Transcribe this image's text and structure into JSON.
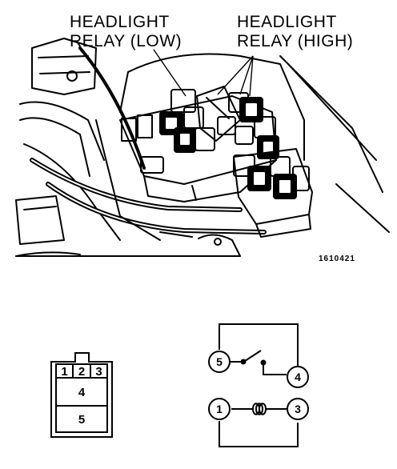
{
  "labels": {
    "relay_low_line1": "HEADLIGHT",
    "relay_low_line2": "RELAY (LOW)",
    "relay_high_line1": "HEADLIGHT",
    "relay_high_line2": "RELAY (HIGH)",
    "figure_code": "1610421"
  },
  "connector": {
    "pins": [
      "1",
      "2",
      "3",
      "4",
      "5"
    ]
  },
  "schematic": {
    "terminals": [
      "5",
      "4",
      "1",
      "3"
    ]
  }
}
